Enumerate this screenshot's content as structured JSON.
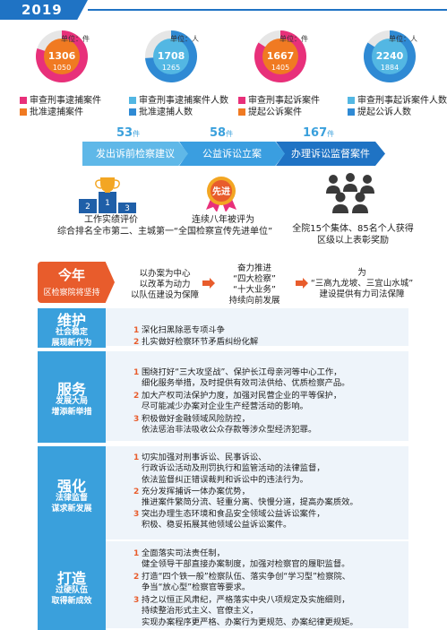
{
  "header": {
    "year": "2019"
  },
  "donuts": [
    {
      "unit": "单位：件",
      "v1": "1306",
      "v2": "1050",
      "c_outer": "#e8307a",
      "c_inner": "#f07a22",
      "frac": 0.8,
      "leg1": "审查刑事逮捕案件",
      "leg2": "批准逮捕案件",
      "leg_c1": "#e8307a",
      "leg_c2": "#f07a22"
    },
    {
      "unit": "单位：人",
      "v1": "1708",
      "v2": "1265",
      "c_outer": "#2f8ad4",
      "c_inner": "#53b7e3",
      "frac": 0.74,
      "leg1": "审查刑事逮捕案件人数",
      "leg2": "批准逮捕人数",
      "leg_c1": "#53b7e3",
      "leg_c2": "#2f8ad4"
    },
    {
      "unit": "单位：件",
      "v1": "1667",
      "v2": "1405",
      "c_outer": "#e8307a",
      "c_inner": "#f07a22",
      "frac": 0.84,
      "leg1": "审查刑事起诉案件",
      "leg2": "提起公诉案件",
      "leg_c1": "#e8307a",
      "leg_c2": "#f07a22"
    },
    {
      "unit": "单位：人",
      "v1": "2240",
      "v2": "1884",
      "c_outer": "#2f8ad4",
      "c_inner": "#53b7e3",
      "frac": 0.84,
      "leg1": "审查刑事起诉案件人数",
      "leg2": "提起公诉人数",
      "leg_c1": "#53b7e3",
      "leg_c2": "#2f8ad4"
    }
  ],
  "stats": [
    {
      "num": "53",
      "unit": "件",
      "label": "发出诉前检察建议",
      "color": "#5fb8e8"
    },
    {
      "num": "58",
      "unit": "件",
      "label": "公益诉讼立案",
      "color": "#3a9ee0"
    },
    {
      "num": "167",
      "unit": "件",
      "label": "办理诉讼监督案件",
      "color": "#1f73c4"
    }
  ],
  "achievements": [
    {
      "line1": "工作实绩评价",
      "line2": "综合排名全市第二、主城第一"
    },
    {
      "line1": "连续八年被评为",
      "line2": "“全国检察宣传先进单位”",
      "badge": "先进"
    },
    {
      "line1": "全院15个集体、85名个人获得",
      "line2": "区级以上表彰奖励"
    }
  ],
  "plan": {
    "title": "今年",
    "subtitle": "区检察院将坚持",
    "col1": [
      "以办案为中心",
      "以改革为动力",
      "以队伍建设为保障"
    ],
    "col2": [
      "奋力推进",
      "“四大检察”",
      "“十大业务”",
      "持续向前发展"
    ],
    "col3": [
      "为",
      "“三高九龙坡、三宜山水城”",
      "建设提供有力司法保障"
    ]
  },
  "sections": [
    {
      "title": "维护",
      "sub": [
        "社会稳定",
        "展现新作为"
      ],
      "items": [
        {
          "n": "1",
          "lines": [
            "深化扫黑除恶专项斗争"
          ]
        },
        {
          "n": "2",
          "lines": [
            "扎实做好检察环节矛盾纠纷化解"
          ]
        }
      ]
    },
    {
      "title": "服务",
      "sub": [
        "发展大局",
        "增添新举措"
      ],
      "items": [
        {
          "n": "1",
          "lines": [
            "围绕打好“三大攻坚战”、保护长江母亲河等中心工作，",
            "细化服务举措，及时提供有效司法供给、优质检察产品。"
          ]
        },
        {
          "n": "2",
          "lines": [
            "加大产权司法保护力度，加强对民营企业的平等保护，",
            "尽可能减少办案对企业生产经营活动的影响。"
          ]
        },
        {
          "n": "3",
          "lines": [
            "积极做好金融领域风险防控，",
            "依法惩治非法吸收公众存款等涉众型经济犯罪。"
          ]
        }
      ]
    },
    {
      "title": "强化",
      "sub": [
        "法律监督",
        "谋求新发展"
      ],
      "items": [
        {
          "n": "1",
          "lines": [
            "切实加强对刑事诉讼、民事诉讼、",
            "行政诉讼活动及刑罚执行和监管活动的法律监督，",
            "依法监督纠正错误裁判和诉讼中的违法行为。"
          ]
        },
        {
          "n": "2",
          "lines": [
            "充分发挥捕诉一体办案优势，",
            "推进案件繁简分流、轻重分离、快慢分道，提高办案质效。"
          ]
        },
        {
          "n": "3",
          "lines": [
            "突出办理生态环境和食品安全领域公益诉讼案件，",
            "积极、稳妥拓展其他领域公益诉讼案件。"
          ]
        }
      ]
    },
    {
      "title": "打造",
      "sub": [
        "过硬队伍",
        "取得新成效"
      ],
      "items": [
        {
          "n": "1",
          "lines": [
            "全面落实司法责任制，",
            "健全领导干部直接办案制度，加强对检察官的履职监督。"
          ]
        },
        {
          "n": "2",
          "lines": [
            "打造“四个铁一般”检察队伍、落实争创“学习型”检察院、",
            "争当“放心型”检察官等要求。"
          ]
        },
        {
          "n": "3",
          "lines": [
            "持之以恒正风肃纪，严格落实中央八项规定及实施细则，",
            "持续整治形式主义、官僚主义，",
            "实现办案程序更严格、办案行为更规范、办案纪律更规矩。"
          ]
        }
      ]
    }
  ]
}
